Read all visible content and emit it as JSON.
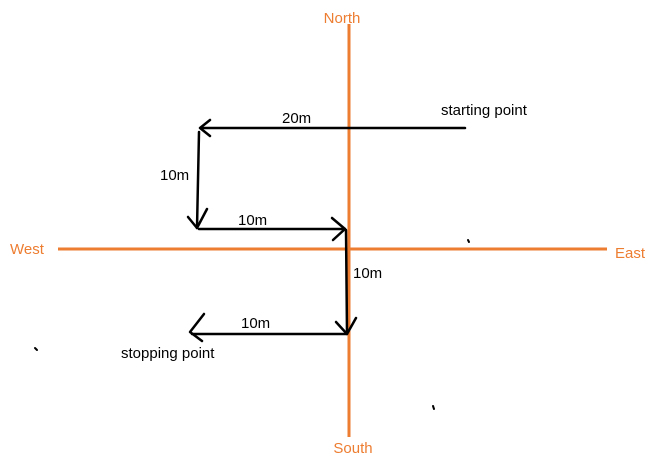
{
  "colors": {
    "compass": "#ED7D31",
    "path": "#000000"
  },
  "compass": {
    "north": "North",
    "south": "South",
    "east": "East",
    "west": "West"
  },
  "labels": {
    "starting_point": "starting point",
    "stopping_point": "stopping point"
  },
  "path": {
    "legs": [
      {
        "direction": "west",
        "distance": "20m"
      },
      {
        "direction": "south",
        "distance": "10m"
      },
      {
        "direction": "east",
        "distance": "10m"
      },
      {
        "direction": "south",
        "distance": "10m"
      },
      {
        "direction": "west",
        "distance": "10m"
      }
    ]
  }
}
